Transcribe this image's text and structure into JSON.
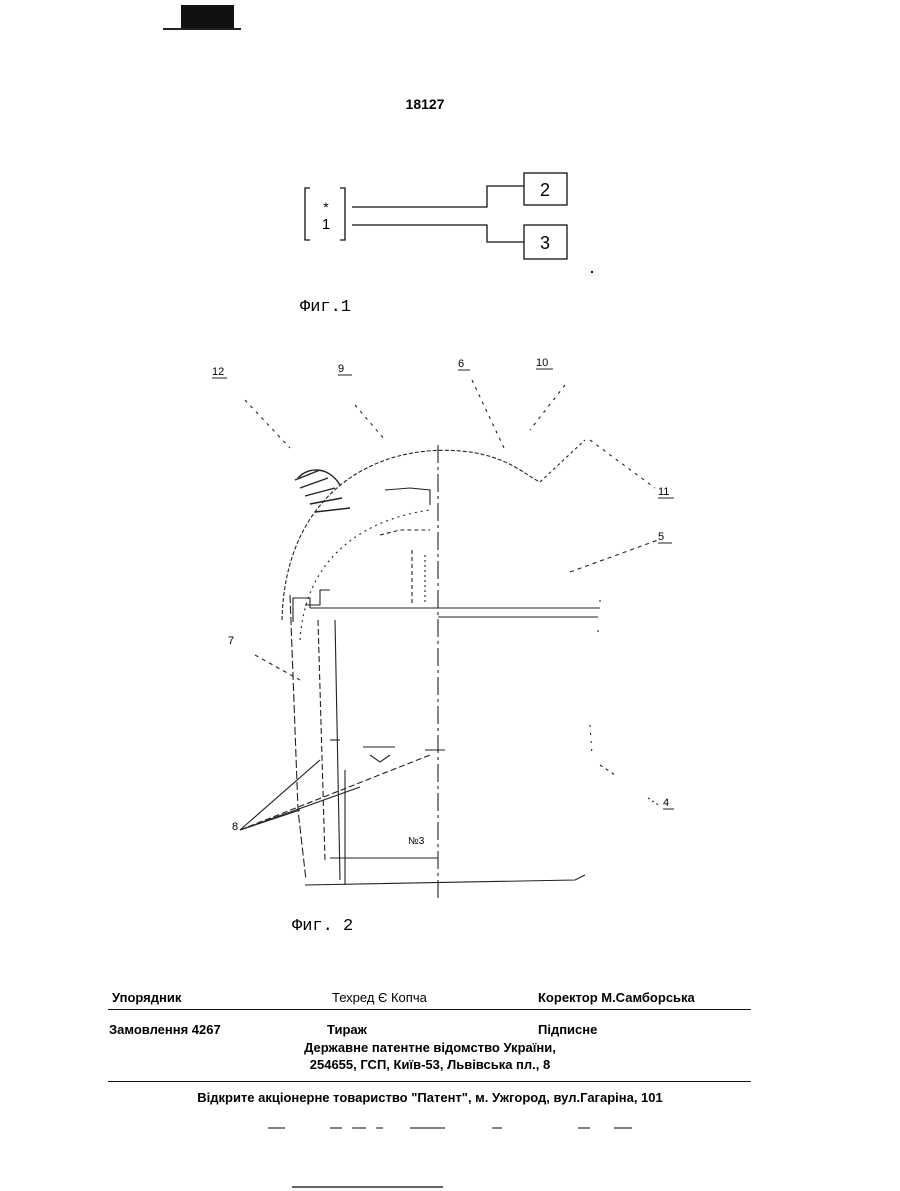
{
  "document": {
    "number": "18127"
  },
  "figure1": {
    "caption": "Фиг.1",
    "blocks": [
      {
        "id": "block-1",
        "label": "1",
        "mark": "*"
      },
      {
        "id": "block-2",
        "label": "2"
      },
      {
        "id": "block-3",
        "label": "3"
      }
    ]
  },
  "figure2": {
    "caption": "Фиг. 2",
    "callouts": [
      "12",
      "9",
      "6",
      "10",
      "11",
      "5",
      "7",
      "8",
      "4"
    ],
    "inner_label": "№3"
  },
  "imprint": {
    "compiler": "Упорядник",
    "tech_editor": "Техред Є Копча",
    "corrector": "Коректор М.Самборська",
    "order": "Замовлення  4267",
    "circulation": "Тираж",
    "subscription": "Підписне",
    "office_line1": "Державне  патентне  відомство  України,",
    "office_line2": "254655, ГСП, Київ-53, Львівська пл., 8",
    "publisher": "Відкрите  акціонерне товариство  \"Патент\", м. Ужгород, вул.Гагаріна, 101"
  }
}
